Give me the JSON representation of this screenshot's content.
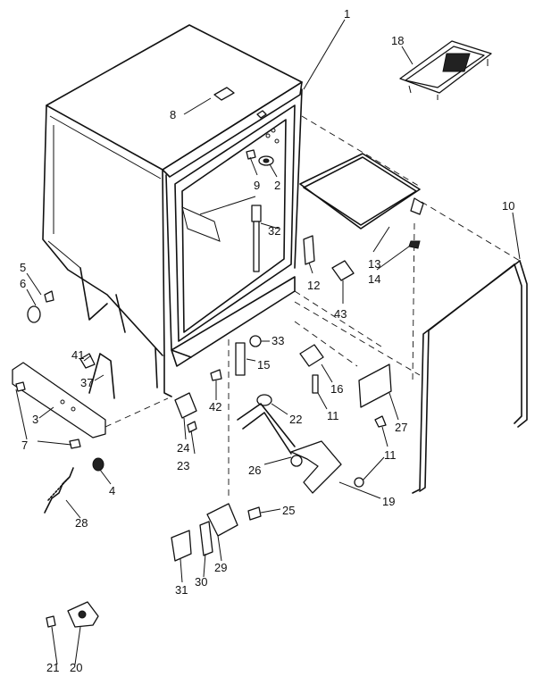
{
  "diagram": {
    "callouts": [
      {
        "id": "c1",
        "text": "1"
      },
      {
        "id": "c2",
        "text": "2"
      },
      {
        "id": "c3",
        "text": "3"
      },
      {
        "id": "c4",
        "text": "4"
      },
      {
        "id": "c5",
        "text": "5"
      },
      {
        "id": "c6",
        "text": "6"
      },
      {
        "id": "c7",
        "text": "7"
      },
      {
        "id": "c8",
        "text": "8"
      },
      {
        "id": "c9",
        "text": "9"
      },
      {
        "id": "c10",
        "text": "10"
      },
      {
        "id": "c11a",
        "text": "11"
      },
      {
        "id": "c11b",
        "text": "11"
      },
      {
        "id": "c12",
        "text": "12"
      },
      {
        "id": "c13",
        "text": "13"
      },
      {
        "id": "c14",
        "text": "14"
      },
      {
        "id": "c15",
        "text": "15"
      },
      {
        "id": "c16",
        "text": "16"
      },
      {
        "id": "c18",
        "text": "18"
      },
      {
        "id": "c19",
        "text": "19"
      },
      {
        "id": "c20",
        "text": "20"
      },
      {
        "id": "c21",
        "text": "21"
      },
      {
        "id": "c22",
        "text": "22"
      },
      {
        "id": "c23",
        "text": "23"
      },
      {
        "id": "c24",
        "text": "24"
      },
      {
        "id": "c25",
        "text": "25"
      },
      {
        "id": "c26",
        "text": "26"
      },
      {
        "id": "c27",
        "text": "27"
      },
      {
        "id": "c28",
        "text": "28"
      },
      {
        "id": "c29",
        "text": "29"
      },
      {
        "id": "c30",
        "text": "30"
      },
      {
        "id": "c31",
        "text": "31"
      },
      {
        "id": "c32",
        "text": "32"
      },
      {
        "id": "c33",
        "text": "33"
      },
      {
        "id": "c37",
        "text": "37"
      },
      {
        "id": "c41",
        "text": "41"
      },
      {
        "id": "c42",
        "text": "42"
      },
      {
        "id": "c43",
        "text": "43"
      }
    ]
  }
}
